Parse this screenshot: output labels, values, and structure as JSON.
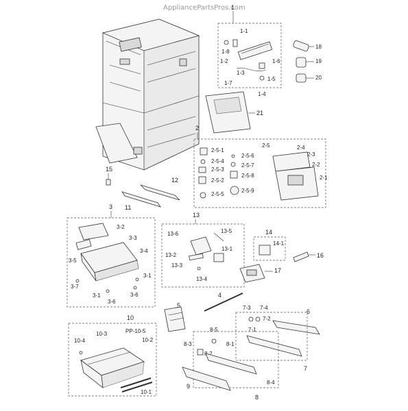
{
  "watermark": "AppliancePartsPros.com",
  "labels": {
    "l1": "1",
    "l1_1": "1-1",
    "l1_8": "1-8",
    "l1_2": "1-2",
    "l1_6": "1-6",
    "l1_3": "1-3",
    "l1_5": "1-5",
    "l1_7": "1-7",
    "l1_4": "1-4",
    "l18": "18",
    "l19": "19",
    "l20": "20",
    "l21": "21",
    "l2": "2",
    "l2_5": "2-5",
    "l2_4": "2-4",
    "l2_3": "2-3",
    "l2_2": "2-2",
    "l2_1": "2-1",
    "l2_5_1": "2-5-1",
    "l2_5_6": "2-5-6",
    "l2_5_4": "2-5-4",
    "l2_5_7": "2-5-7",
    "l2_5_3": "2-5-3",
    "l2_5_8": "2-5-8",
    "l2_5_2": "2-5-2",
    "l2_5_9": "2-5-9",
    "l2_5_5": "2-5-5",
    "l15": "15",
    "l12": "12",
    "l11": "11",
    "l3": "3",
    "l3_2": "3-2",
    "l3_3": "3-3",
    "l3_4": "3-4",
    "l3_5": "3-5",
    "l3_7": "3-7",
    "l3_1a": "3-1",
    "l3_1b": "3-1",
    "l3_6a": "3-6",
    "l3_6b": "3-6",
    "l13": "13",
    "l13_6": "13-6",
    "l13_5": "13-5",
    "l13_1": "13-1",
    "l13_2": "13-2",
    "l13_3": "13-3",
    "l13_4": "13-4",
    "l14": "14",
    "l14_1": "14-1",
    "l16": "16",
    "l17": "17",
    "l4": "4",
    "l5": "5",
    "l6": "6",
    "l7": "7",
    "l7_3": "7-3",
    "l7_4": "7-4",
    "l7_2": "7-2",
    "l7_1": "7-1",
    "l8": "8",
    "l8_5": "8-5",
    "l8_1": "8-1",
    "l8_3": "8-3",
    "l8_2": "8-2",
    "l8_4": "8-4",
    "l9": "9",
    "l10": "10",
    "l10_3": "10-3",
    "l10_5": "PP-10-5",
    "l10_4": "10-4",
    "l10_2": "10-2",
    "l10_1": "10-1"
  }
}
